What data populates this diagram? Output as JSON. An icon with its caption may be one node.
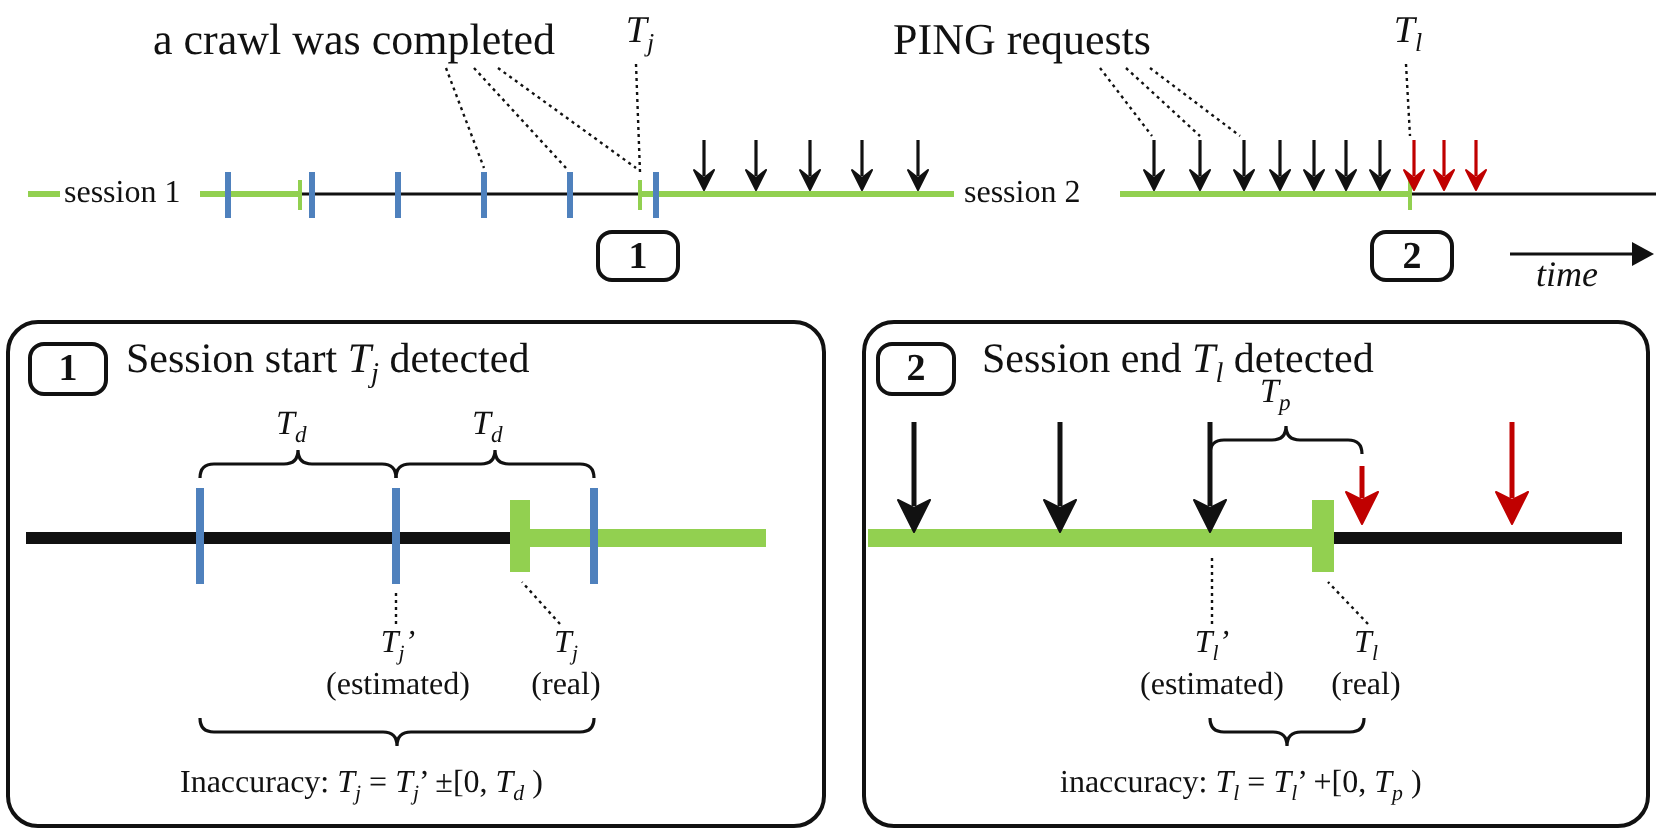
{
  "diagram": {
    "nodes": [
      {
        "text": [
          "a crawl was completed"
        ]
      },
      {
        "text": [
          "T$_{j}$"
        ]
      },
      {
        "text": [
          "PING requests"
        ]
      },
      {
        "text": [
          "T$_{l}$"
        ]
      },
      {
        "text": [
          "1"
        ]
      },
      {
        "text": [
          "2"
        ]
      },
      {
        "text": [
          "Session start *T*$_{j}$ detected"
        ]
      },
      {
        "text": [
          "1"
        ],
        "in": 6
      },
      {
        "text": [
          "T$_{j}$’",
          "(estimated)"
        ],
        "in": 6
      },
      {
        "text": [
          "T$_{j}$",
          "(real)"
        ],
        "in": 6
      },
      {
        "text": [
          "Session end *T*$_{l}$ detected"
        ]
      },
      {
        "text": [
          "2"
        ],
        "in": 10
      },
      {
        "text": [
          "T$_{l}$’",
          "(estimated)"
        ],
        "in": 10
      },
      {
        "text": [
          "T$_{l}$",
          "(real)"
        ],
        "in": 10
      }
    ],
    "edges": [
      {
        "from": 0,
        "to": null,
        "arrow": "none",
        "style": "dashed"
      },
      {
        "from": 0,
        "to": null,
        "arrow": "none",
        "style": "dashed"
      },
      {
        "from": 0,
        "to": null,
        "arrow": "none",
        "style": "dashed"
      },
      {
        "from": 1,
        "to": null,
        "arrow": "none",
        "style": "dashed"
      },
      {
        "from": 2,
        "to": null,
        "arrow": "none",
        "style": "dashed"
      },
      {
        "from": 2,
        "to": null,
        "arrow": "none",
        "style": "dashed"
      },
      {
        "from": 2,
        "to": null,
        "arrow": "none",
        "style": "dashed"
      },
      {
        "from": 3,
        "to": null,
        "arrow": "none",
        "style": "dashed"
      },
      {
        "from": 8,
        "to": null,
        "arrow": "none",
        "style": "dashed"
      },
      {
        "from": 9,
        "to": null,
        "arrow": "none",
        "style": "dashed"
      },
      {
        "from": 12,
        "to": null,
        "arrow": "none",
        "style": "dashed"
      },
      {
        "from": 13,
        "to": null,
        "arrow": "none",
        "style": "dashed"
      }
    ],
    "labels": [
      "session 1",
      "session 2",
      "time",
      "T$_{d}$",
      "T$_{d}$",
      "T$_{p}$",
      "Inaccuracy: *T*$_{j}$ = *T*$_{j}$’ ±[0, *T*$_{d}$ )",
      "inaccuracy: *T*$_{l}$ = *T*$_{l}$’ +[0, *T*$_{p}$ )"
    ]
  }
}
